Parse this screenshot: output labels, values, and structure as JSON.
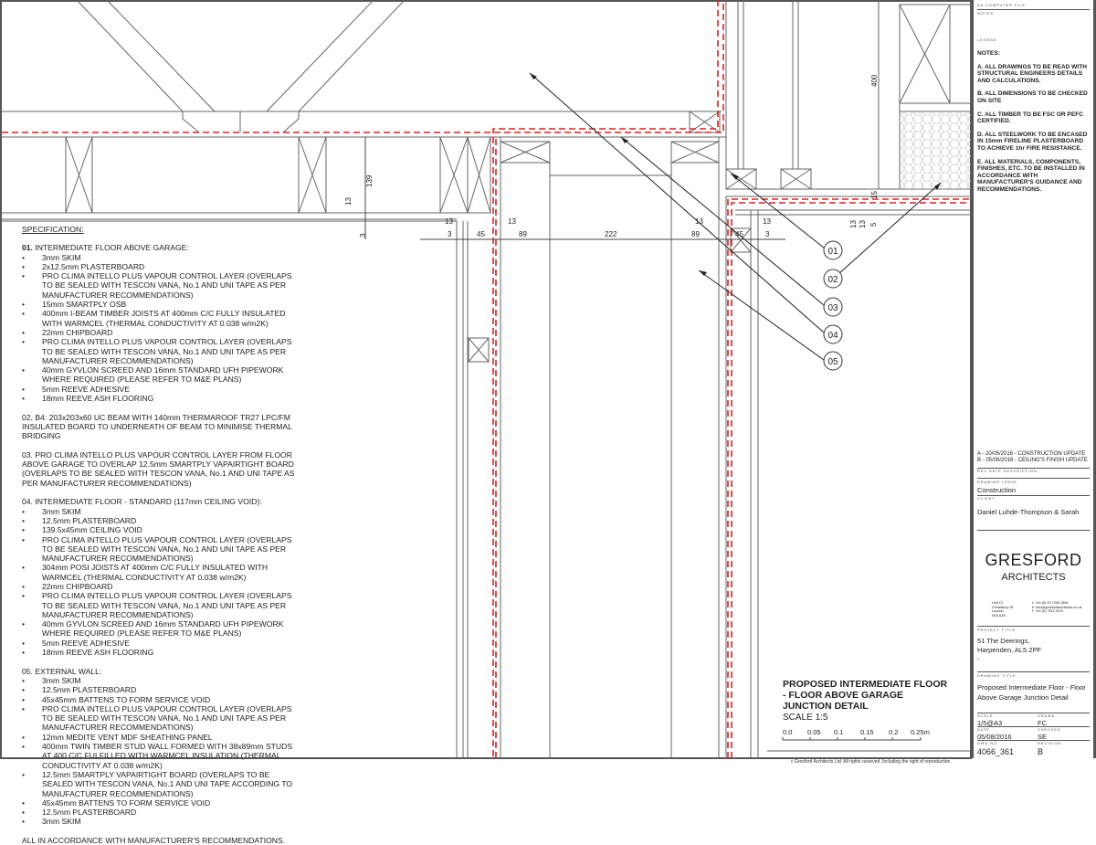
{
  "specification": {
    "heading": "SPECIFICATION:",
    "s01": {
      "num": "01.",
      "title": "INTERMEDIATE FLOOR ABOVE GARAGE:",
      "items": [
        "3mm SKIM",
        "2x12.5mm PLASTERBOARD",
        "PRO CLIMA INTELLO PLUS VAPOUR CONTROL LAYER (OVERLAPS TO BE SEALED WITH TESCON VANA, No.1 AND UNI TAPE AS PER MANUFACTURER RECOMMENDATIONS)",
        "15mm SMARTPLY OSB",
        "400mm I-BEAM TIMBER JOISTS AT 400mm C/C FULLY INSULATED WITH WARMCEL (THERMAL CONDUCTIVITY AT 0.038 w/m2K)",
        "22mm CHIPBOARD",
        "PRO CLIMA INTELLO PLUS VAPOUR CONTROL LAYER (OVERLAPS TO BE SEALED WITH TESCON VANA, No.1 AND UNI TAPE AS PER MANUFACTURER RECOMMENDATIONS)",
        "40mm GYVLON SCREED AND 16mm STANDARD UFH PIPEWORK WHERE REQUIRED (PLEASE REFER TO M&E PLANS)",
        "5mm REEVE ADHESIVE",
        "18mm REEVE ASH FLOORING"
      ]
    },
    "s02": "02.  B4: 203x203x60 UC BEAM WITH 140mm THERMAROOF TR27 LPC/FM INSULATED BOARD TO UNDERNEATH OF BEAM TO MINIMISE THERMAL BRIDGING",
    "s03": "03. PRO CLIMA INTELLO PLUS VAPOUR CONTROL LAYER FROM FLOOR ABOVE GARAGE TO OVERLAP 12.5mm SMARTPLY VAPAIRTIGHT BOARD (OVERLAPS TO BE SEALED WITH TESCON VANA, No.1 AND UNI TAPE AS PER MANUFACTURER RECOMMENDATIONS)",
    "s04": {
      "title": "04. INTERMEDIATE FLOOR - STANDARD (117mm CEILING VOID):",
      "items": [
        "3mm SKIM",
        "12.5mm PLASTERBOARD",
        "139.5x45mm CEILING VOID",
        "PRO CLIMA INTELLO PLUS VAPOUR CONTROL LAYER (OVERLAPS TO BE SEALED WITH TESCON VANA, No.1 AND UNI TAPE AS PER MANUFACTURER RECOMMENDATIONS)",
        "304mm POSI JOISTS AT 400mm C/C FULLY INSULATED WITH WARMCEL (THERMAL CONDUCTIVITY AT 0.038 w/m2K)",
        "22mm CHIPBOARD",
        "PRO CLIMA INTELLO PLUS VAPOUR CONTROL LAYER (OVERLAPS TO BE SEALED WITH TESCON VANA, No.1 AND UNI TAPE AS PER MANUFACTURER RECOMMENDATIONS)",
        "40mm GYVLON SCREED AND 16mm STANDARD UFH PIPEWORK WHERE REQUIRED (PLEASE REFER TO M&E PLANS)",
        "5mm REEVE ADHESIVE",
        "18mm REEVE ASH FLOORING"
      ]
    },
    "s05": {
      "title": "05. EXTERNAL WALL:",
      "items": [
        "3mm SKIM",
        "12.5mm PLASTERBOARD",
        "45x45mm BATTENS TO FORM SERVICE VOID",
        "PRO CLIMA INTELLO PLUS VAPOUR CONTROL LAYER (OVERLAPS TO BE SEALED WITH TESCON VANA, No.1 AND UNI TAPE AS PER MANUFACTURER RECOMMENDATIONS)",
        "12mm MEDITE VENT MDF SHEATHING PANEL",
        "400mm TWIN TIMBER STUD WALL FORMED WITH 38x89mm STUDS AT 400 C/C FULFILLED WITH WARMCEL INSULATION (THERMAL CONDUCTIVITY AT 0.038 w/m2K)",
        "12.5mm SMARTPLY VAPAIRTIGHT BOARD (OVERLAPS TO BE SEALED WITH TESCON VANA, No.1 AND UNI TAPE ACCORDING TO MANUFACTURER RECOMMENDATIONS)",
        "45x45mm BATTENS TO FORM SERVICE VOID",
        "12.5mm PLASTERBOARD",
        "3mm SKIM"
      ]
    },
    "footer": "ALL IN ACCORDANCE WITH MANUFACTURER'S RECOMMENDATIONS."
  },
  "dimensions": {
    "d139": "139",
    "d13a": "13",
    "d3a": "3",
    "d13b": "13",
    "d3b": "3",
    "d45a": "45",
    "d13c": "13",
    "d89a": "89",
    "d222": "222",
    "d89b": "89",
    "d13d": "13",
    "d45b": "45",
    "d13e": "13",
    "d3c": "3",
    "d400": "400",
    "d15": "15",
    "d13f": "13",
    "d13g": "13",
    "d5": "5"
  },
  "callouts": [
    "01",
    "02",
    "03",
    "04",
    "05"
  ],
  "drawing_title": {
    "line1": "PROPOSED INTERMEDIATE FLOOR",
    "line2": "- FLOOR ABOVE GARAGE",
    "line3": "JUNCTION DETAIL",
    "scale": "SCALE 1:5",
    "ticks": [
      "0.0",
      "0.05",
      "0.1",
      "0.15",
      "0.2",
      "0.25m"
    ]
  },
  "copyright": "c Gresford Architects Ltd.  All rights reserved.  Including the right of reproduction.",
  "title_block": {
    "computer_file_label": "DA COMPUTER FILE",
    "notes_label": "NOTES",
    "legend_label": "LEGEND",
    "notes_heading": "NOTES:",
    "notes": [
      "A. ALL DRAWINGS TO  BE READ WITH STRUCTURAL ENGINEERS DETAILS AND CALCULATIONS.",
      "B. ALL DIMENSIONS TO BE CHECKED ON SITE",
      "C. ALL TIMBER TO BE FSC OR PEFC CERTIFIED.",
      "D. ALL STEELWORK TO BE ENCASED IN 15mm FIRELINE PLASTERBOARD TO ACHIEVE 1hr FIRE RESISTANCE.",
      "E. ALL MATERIALS, COMPONENTS, FINISHES, ETC. TO BE INSTALLED IN ACCORDANCE WITH MANUFACTURER'S GUIDANCE AND RECOMMENDATIONS."
    ],
    "revisions": [
      "A - 20/05/2016 - CONSTRUCTION  UPDATE",
      "B - 05/08/2016 - CEILING'S FINISH UPDATE"
    ],
    "rev_header": "REV  DATE        DESCRIPTION",
    "drawing_issue_label": "DRAWING ISSUE",
    "drawing_issue": "Construction",
    "client_label": "CLIENT",
    "client": "Daniel Luhde-Thompson & Sarah",
    "firm": "GRESFORD",
    "firm_sub": "ARCHITECTS",
    "address": [
      "Unit C1",
      "3 Bradbury St",
      "London",
      "N16 8JN"
    ],
    "contact": [
      "t:   +44 (0) 20 7249 1855",
      "e:   info@gresfordarchitects.co.uk",
      "f:   +44 (0) 7812 9470"
    ],
    "project_label": "PROJECT TITLE",
    "project": [
      "51 The Deerings,",
      "Harpenden, AL5 2PF",
      "-"
    ],
    "drawing_title_label": "DRAWING TITLE",
    "drawing_title": [
      "Proposed Intermediate Floor - Floor",
      "Above Garage Junction Detail"
    ],
    "scale_label": "SCALE",
    "scale": "1/5@A3",
    "drawn_label": "DRAWN",
    "drawn": "FC",
    "date_label": "DATE",
    "date": "05/08/2016",
    "checked_label": "CHECKED",
    "checked": "SE",
    "dwg_label": "DWG NO",
    "dwg": "4066_361",
    "revision_label": "REVISION",
    "revision": "B"
  },
  "colors": {
    "line": "#555555",
    "vcl_red": "#e02020"
  }
}
